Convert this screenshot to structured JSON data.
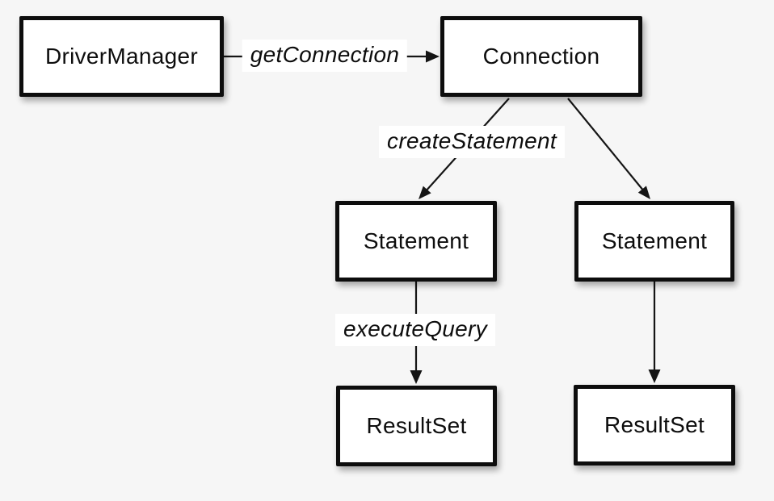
{
  "colors": {
    "background": "#f6f6f6",
    "node_fill": "#ffffff",
    "node_border": "#0d0d0d",
    "text": "#0d0d0d",
    "arrow": "#151515",
    "edge_label_background": "#ffffff"
  },
  "nodes": [
    {
      "id": "driver-manager",
      "label": "DriverManager"
    },
    {
      "id": "connection",
      "label": "Connection"
    },
    {
      "id": "statement-left",
      "label": "Statement"
    },
    {
      "id": "statement-right",
      "label": "Statement"
    },
    {
      "id": "resultset-left",
      "label": "ResultSet"
    },
    {
      "id": "resultset-right",
      "label": "ResultSet"
    }
  ],
  "edges": [
    {
      "from": "driver-manager",
      "to": "connection",
      "label": "getConnection"
    },
    {
      "from": "connection",
      "to": "statement-left",
      "label": "createStatement"
    },
    {
      "from": "connection",
      "to": "statement-right",
      "label": ""
    },
    {
      "from": "statement-left",
      "to": "resultset-left",
      "label": "executeQuery"
    },
    {
      "from": "statement-right",
      "to": "resultset-right",
      "label": ""
    }
  ]
}
